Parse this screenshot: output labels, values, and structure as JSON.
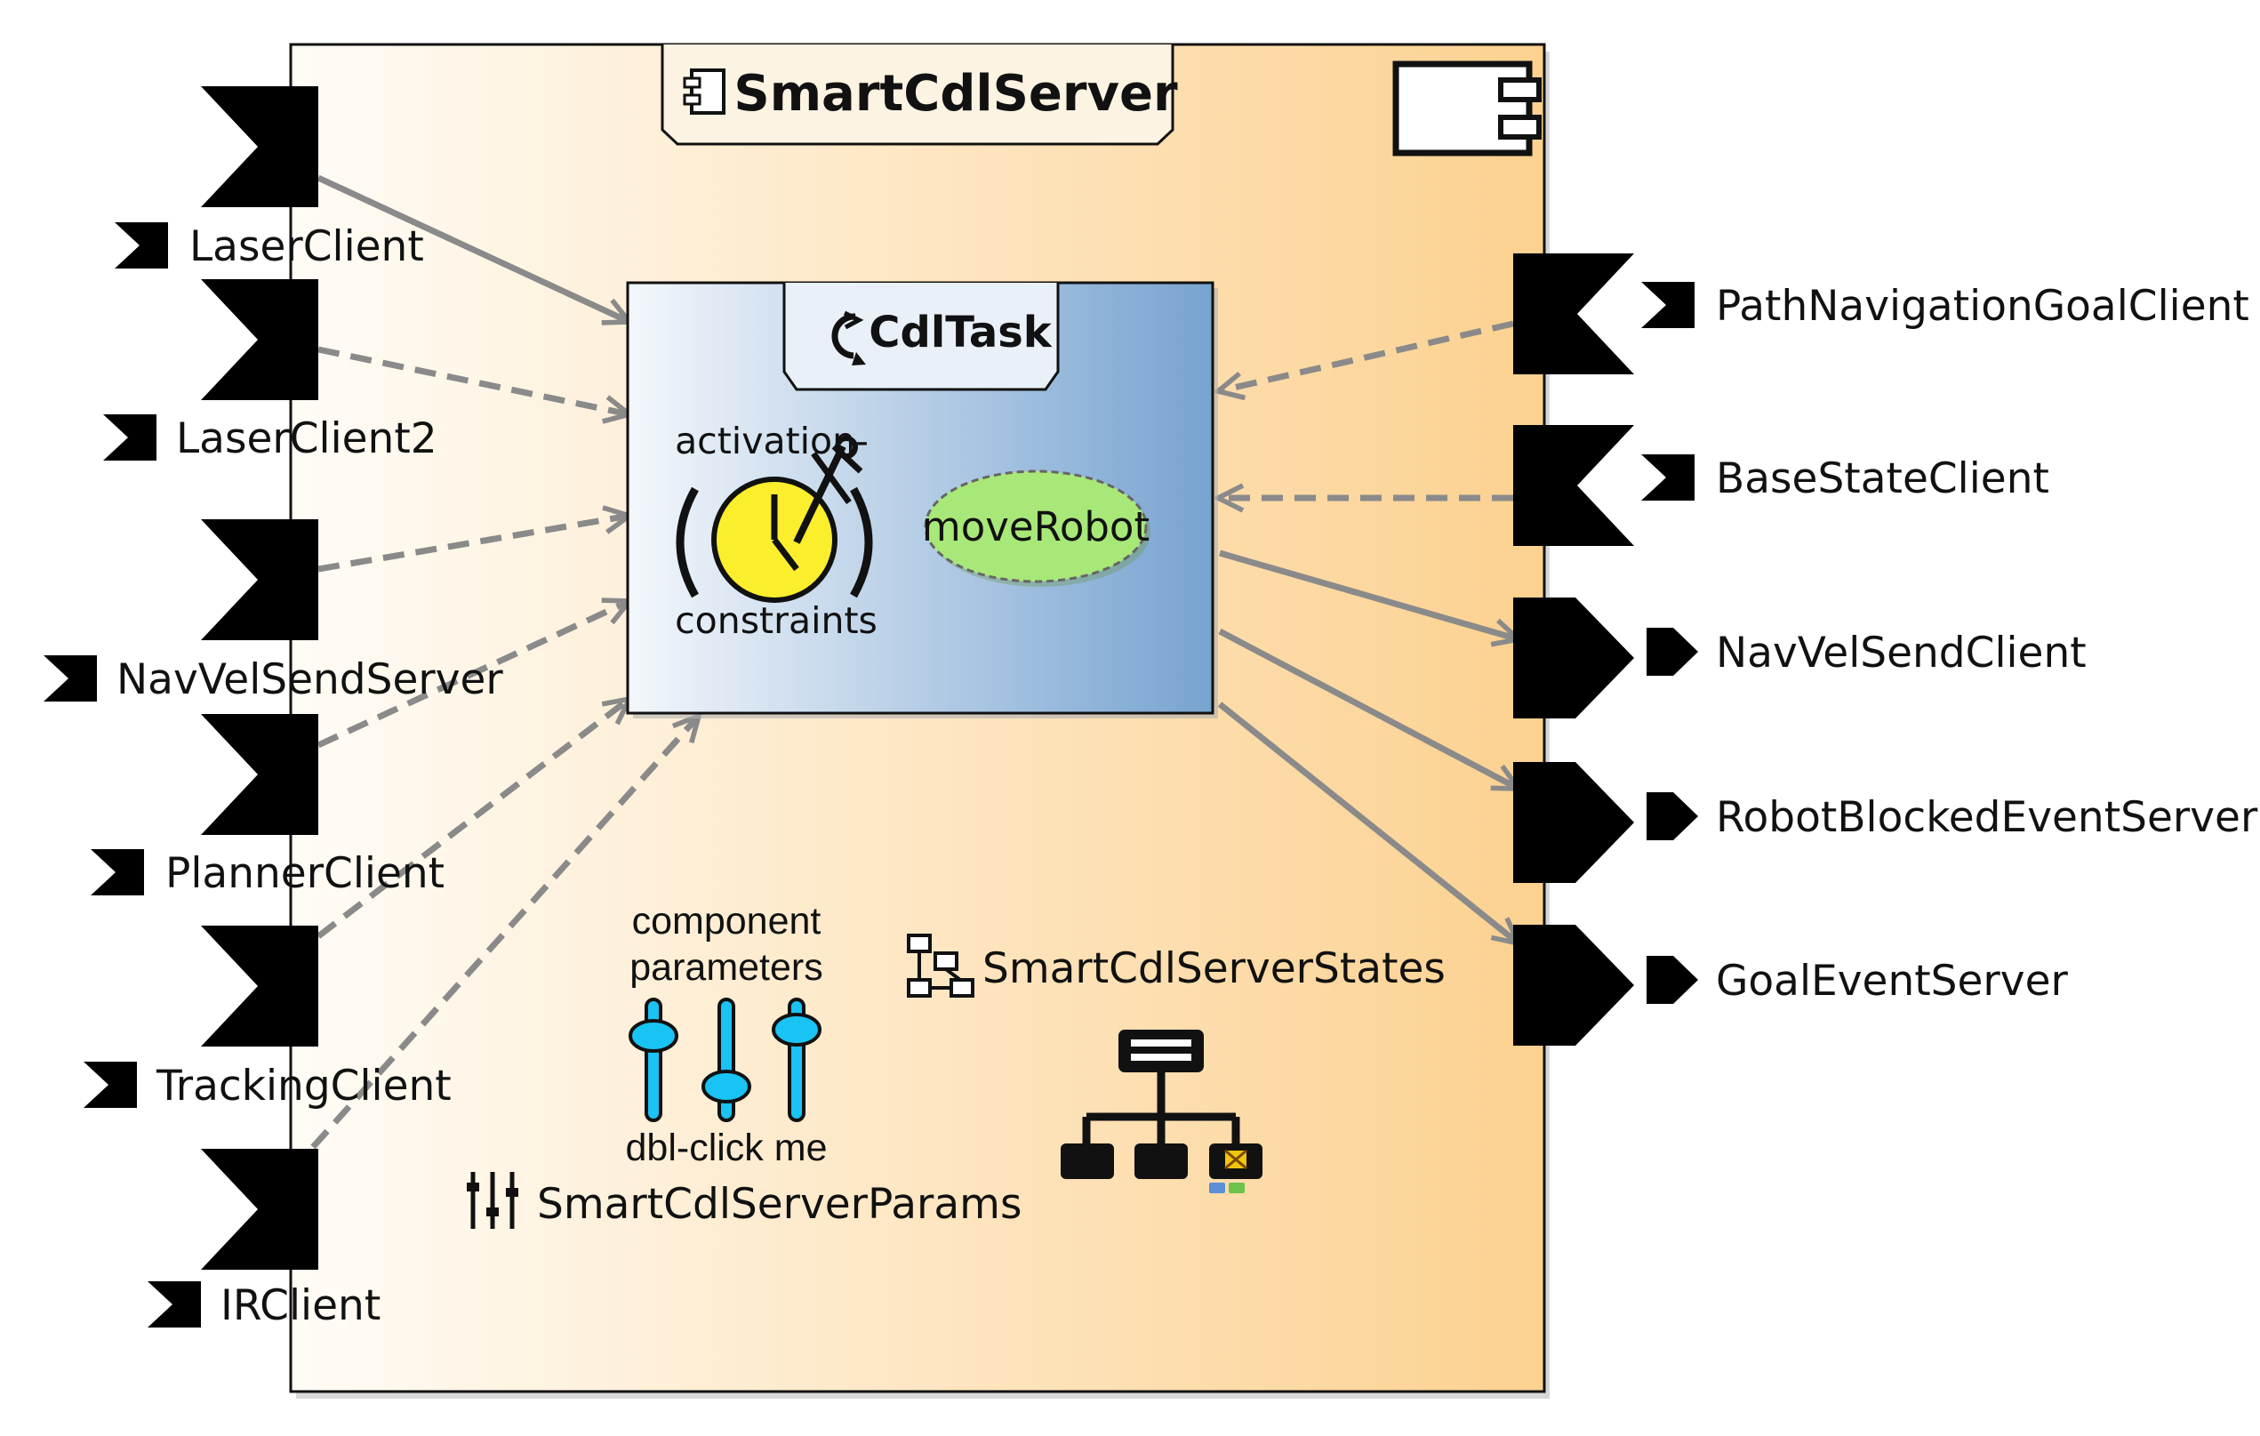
{
  "component": {
    "name": "SmartCdlServer",
    "icon": "component-icon",
    "corner_icon": "component-corner-icon"
  },
  "task": {
    "name": "CdlTask",
    "icon": "task-cycle-icon",
    "activation_label_top": "activation-",
    "activation_label_bottom": "constraints",
    "activation_icon": "clock-with-tools-icon",
    "ellipse_label": "moveRobot"
  },
  "left_ports": [
    {
      "label": "LaserClient",
      "icon": "input-port-icon",
      "link": "solid"
    },
    {
      "label": "LaserClient2",
      "icon": "input-port-icon",
      "link": "dashed"
    },
    {
      "label": "NavVelSendServer",
      "icon": "input-port-icon",
      "link": "dashed"
    },
    {
      "label": "PlannerClient",
      "icon": "input-port-icon",
      "link": "dashed"
    },
    {
      "label": "TrackingClient",
      "icon": "input-port-icon",
      "link": "dashed"
    },
    {
      "label": "IRClient",
      "icon": "input-port-icon",
      "link": "dashed"
    }
  ],
  "right_ports": [
    {
      "label": "PathNavigationGoalClient",
      "icon": "input-port-icon",
      "link": "dashed"
    },
    {
      "label": "BaseStateClient",
      "icon": "input-port-icon",
      "link": "dashed"
    },
    {
      "label": "NavVelSendClient",
      "icon": "output-port-icon",
      "link": "solid"
    },
    {
      "label": "RobotBlockedEventServer",
      "icon": "output-port-icon",
      "link": "solid"
    },
    {
      "label": "GoalEventServer",
      "icon": "output-port-icon",
      "link": "solid"
    }
  ],
  "params": {
    "caption_top": "component",
    "caption_mid": "parameters",
    "caption_bottom": "dbl-click me",
    "icon": "sliders-icon",
    "name_icon": "sliders-small-icon",
    "name": "SmartCdlServerParams"
  },
  "states": {
    "icon": "state-machine-icon",
    "name": "SmartCdlServerStates",
    "hierarchy_icon": "hierarchy-icon"
  },
  "colors": {
    "component_fill_start": "#fffcf6",
    "component_fill_end": "#fcd190",
    "task_fill_start": "#f3f7fb",
    "task_fill_end": "#77a3d0",
    "connector": "#8a8a8a",
    "port": "#000000",
    "ellipse": "#a8e878",
    "clock": "#fbee2c",
    "slider": "#19c3f3"
  }
}
